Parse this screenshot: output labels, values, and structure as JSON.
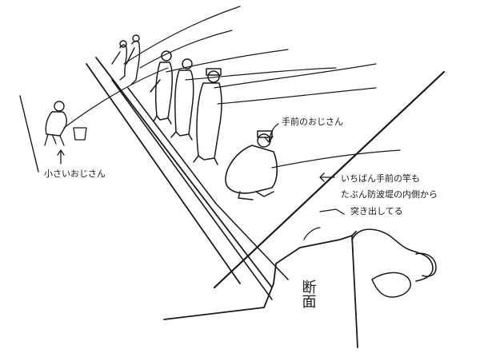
{
  "labels": {
    "small_man": "小さいおじさん",
    "near_man": "手前のおじさん",
    "rod_note_line1": "いちばん手前の竿も",
    "rod_note_line2": "たぶん防波堤の内側から",
    "rod_note_line3": "突き出してる",
    "cross_section": "断面"
  },
  "colors": {
    "ink": "#1a1a1a",
    "paper": "#ffffff"
  }
}
